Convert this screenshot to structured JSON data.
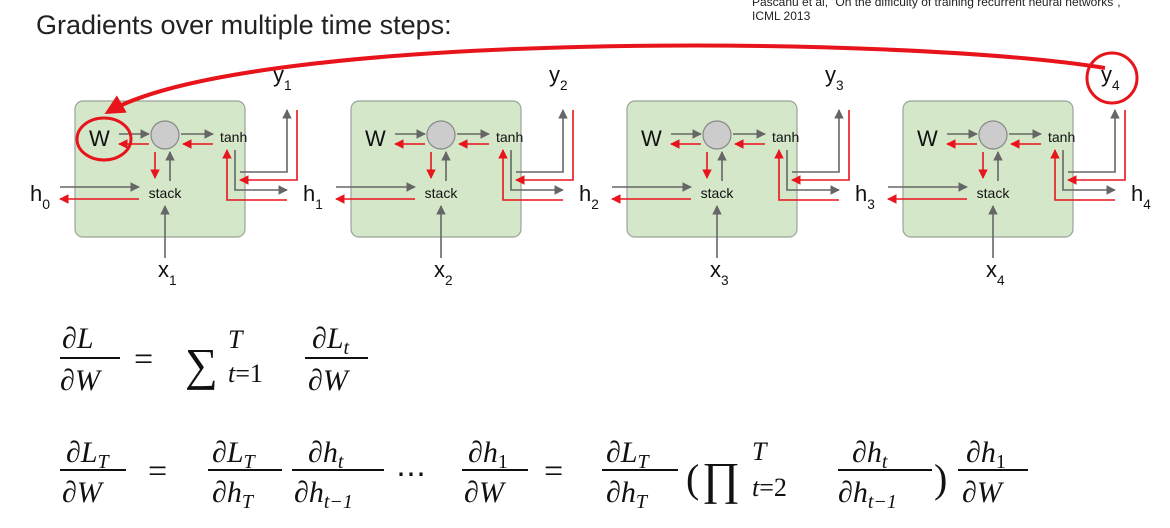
{
  "title": "Gradients over multiple time steps:",
  "citation": {
    "line1": "Pascanu et al, “On the difficulty of training recurrent neural networks”,",
    "line2": "ICML 2013"
  },
  "cell": {
    "weight_label": "W",
    "activation_label": "tanh",
    "stack_label": "stack"
  },
  "steps": [
    {
      "x": "x",
      "x_sub": "1",
      "y": "y",
      "y_sub": "1",
      "h_out": "h",
      "h_out_sub": "1"
    },
    {
      "x": "x",
      "x_sub": "2",
      "y": "y",
      "y_sub": "2",
      "h_out": "h",
      "h_out_sub": "2"
    },
    {
      "x": "x",
      "x_sub": "3",
      "y": "y",
      "y_sub": "3",
      "h_out": "h",
      "h_out_sub": "3"
    },
    {
      "x": "x",
      "x_sub": "4",
      "y": "y",
      "y_sub": "4",
      "h_out": "h",
      "h_out_sub": "4"
    }
  ],
  "h0": {
    "label": "h",
    "sub": "0"
  },
  "colors": {
    "cell_fill": "#d4e7c9",
    "cell_stroke": "#9aa39a",
    "gradient_arrow": "#e8141c",
    "forward_arrow": "#666666",
    "node_fill": "#cccccc"
  },
  "equations": {
    "eq1": "∂L/∂W = ∑_{t=1}^{T} ∂L_t/∂W",
    "eq2": "∂L_T/∂W = ∂L_T/∂h_T ∂h_t/∂h_{t−1} … ∂h_1/∂W = ∂L_T/∂h_T (∏_{t=2}^{T} ∂h_t/∂h_{t−1}) ∂h_1/∂W"
  }
}
